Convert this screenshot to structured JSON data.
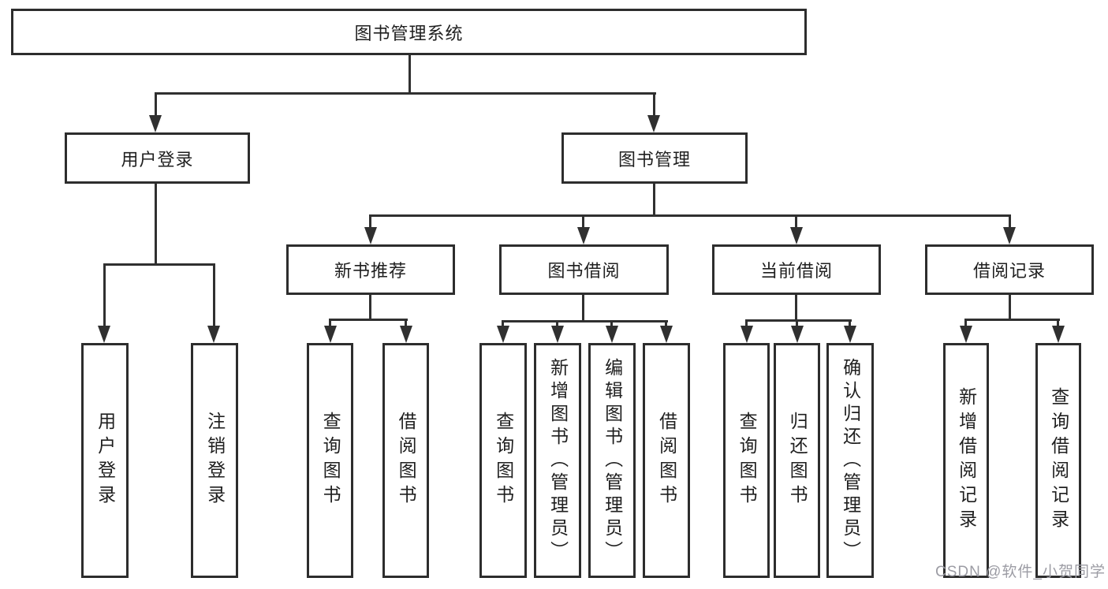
{
  "diagram": {
    "title": "图书管理系统",
    "level2": [
      {
        "label": "用户登录"
      },
      {
        "label": "图书管理"
      }
    ],
    "level3": [
      {
        "label": "新书推荐"
      },
      {
        "label": "图书借阅"
      },
      {
        "label": "当前借阅"
      },
      {
        "label": "借阅记录"
      }
    ],
    "leaves": {
      "login": [
        {
          "label": "用户登录"
        },
        {
          "label": "注销登录"
        }
      ],
      "recommend": [
        {
          "label": "查询图书"
        },
        {
          "label": "借阅图书"
        }
      ],
      "borrow": [
        {
          "label": "查询图书"
        },
        {
          "label": "新增图书（管理员）"
        },
        {
          "label": "编辑图书（管理员）"
        },
        {
          "label": "借阅图书"
        }
      ],
      "current": [
        {
          "label": "查询图书"
        },
        {
          "label": "归还图书"
        },
        {
          "label": "确认归还（管理员）"
        }
      ],
      "records": [
        {
          "label": "新增借阅记录"
        },
        {
          "label": "查询借阅记录"
        }
      ]
    },
    "watermark": "CSDN @软件_小贺同学",
    "colors": {
      "line": "#303030",
      "box_border": "#2d2d2d",
      "box_fill": "#ffffff",
      "text": "#1f1f1f",
      "watermark": "#9c9ca4",
      "background": "#ffffff"
    }
  }
}
